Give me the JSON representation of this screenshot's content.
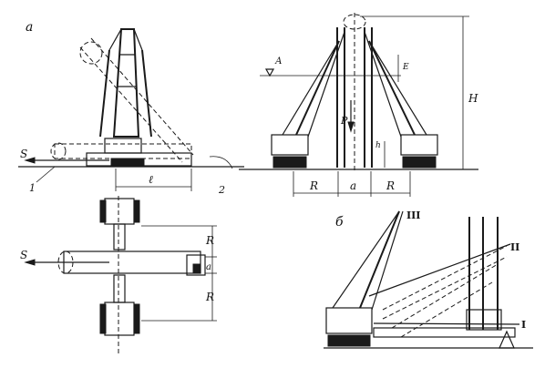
{
  "panels": {
    "a": "а",
    "b": "б"
  },
  "labels": {
    "S_top": "S",
    "S_bottom": "S",
    "l": "ℓ",
    "n1": "1",
    "n2": "2",
    "R_right_top": "R",
    "R_right_bottom": "R",
    "a_plan": "а",
    "R_left": "R",
    "a_center": "а",
    "R_right": "R",
    "H": "H",
    "P": "P",
    "h": "h",
    "E": "E",
    "A": "А",
    "roman_I": "I",
    "roman_II": "II",
    "roman_III": "III"
  }
}
